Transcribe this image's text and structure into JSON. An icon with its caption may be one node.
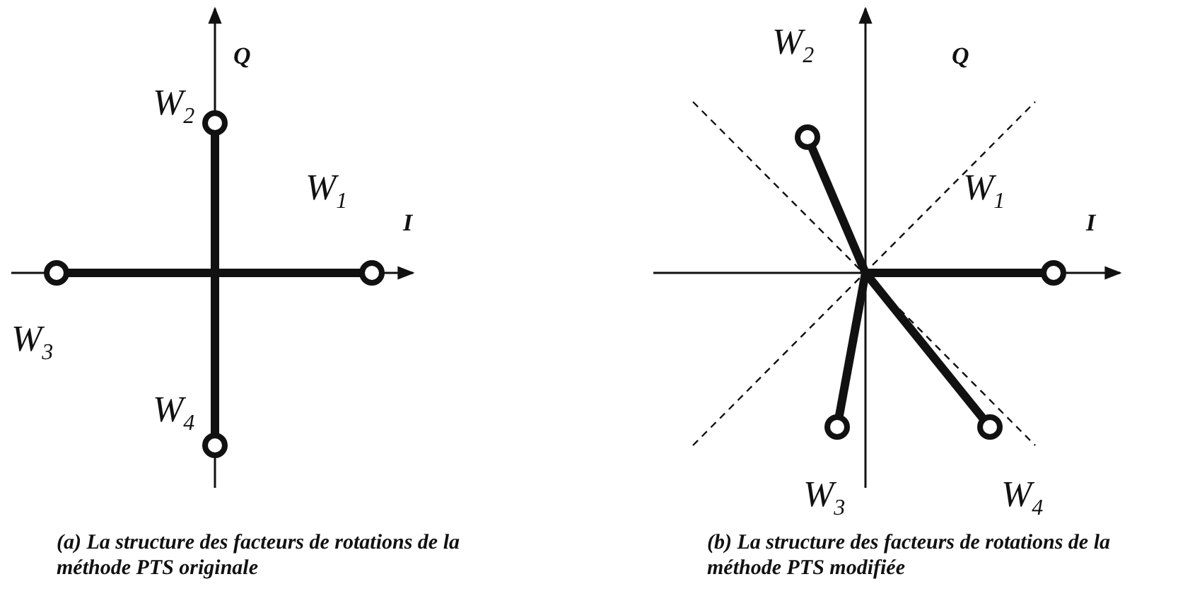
{
  "diagram": {
    "labels": [
      "Q",
      "W$_{2}$",
      "W$_{1}$",
      "I",
      "W$_{3}$",
      "W$_{4}$",
      "W$_{2}$",
      "Q",
      "W$_{1}$",
      "I",
      "W$_{3}$",
      "W$_{4}$",
      "(a) La structure des facteurs de rotations de la méthode PTS originale",
      "(b) La structure des facteurs de rotations de la méthode PTS modifiée"
    ]
  }
}
